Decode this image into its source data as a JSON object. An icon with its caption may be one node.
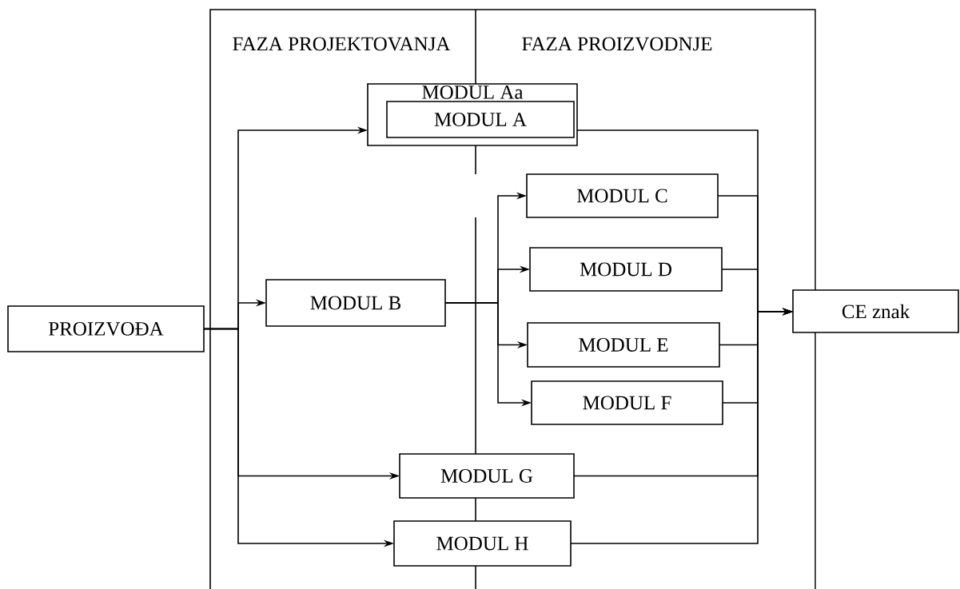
{
  "diagram": {
    "nodes": [
      {
        "text": [
          "PROIZVOĐA"
        ]
      },
      {
        "text": [
          "MODUL Aa"
        ]
      },
      {
        "text": [
          "MODUL A"
        ],
        "in": 1
      },
      {
        "text": [
          "MODUL B"
        ]
      },
      {
        "text": [
          "MODUL C"
        ]
      },
      {
        "text": [
          "MODUL D"
        ]
      },
      {
        "text": [
          "MODUL E"
        ]
      },
      {
        "text": [
          "MODUL F"
        ]
      },
      {
        "text": [
          "MODUL G"
        ]
      },
      {
        "text": [
          "MODUL H"
        ]
      },
      {
        "text": [
          "CE znak"
        ]
      }
    ],
    "edges": [
      {
        "from": 0,
        "to": 1,
        "arrow": "to"
      },
      {
        "from": 0,
        "to": 3,
        "arrow": "to"
      },
      {
        "from": 0,
        "to": 8,
        "arrow": "to"
      },
      {
        "from": 0,
        "to": 9,
        "arrow": "to"
      },
      {
        "from": 3,
        "to": 4,
        "arrow": "to"
      },
      {
        "from": 3,
        "to": 5,
        "arrow": "to"
      },
      {
        "from": 3,
        "to": 6,
        "arrow": "to"
      },
      {
        "from": 3,
        "to": 7,
        "arrow": "to"
      },
      {
        "from": 1,
        "to": 10,
        "arrow": "to"
      },
      {
        "from": 4,
        "to": 10,
        "arrow": "to"
      },
      {
        "from": 5,
        "to": 10,
        "arrow": "to"
      },
      {
        "from": 6,
        "to": 10,
        "arrow": "to"
      },
      {
        "from": 7,
        "to": 10,
        "arrow": "to"
      },
      {
        "from": 8,
        "to": 10,
        "arrow": "to"
      },
      {
        "from": 9,
        "to": 10,
        "arrow": "to"
      }
    ],
    "labels": [
      "FAZA PROJEKTOVANJA",
      "FAZA PROIZVODNJE"
    ]
  }
}
